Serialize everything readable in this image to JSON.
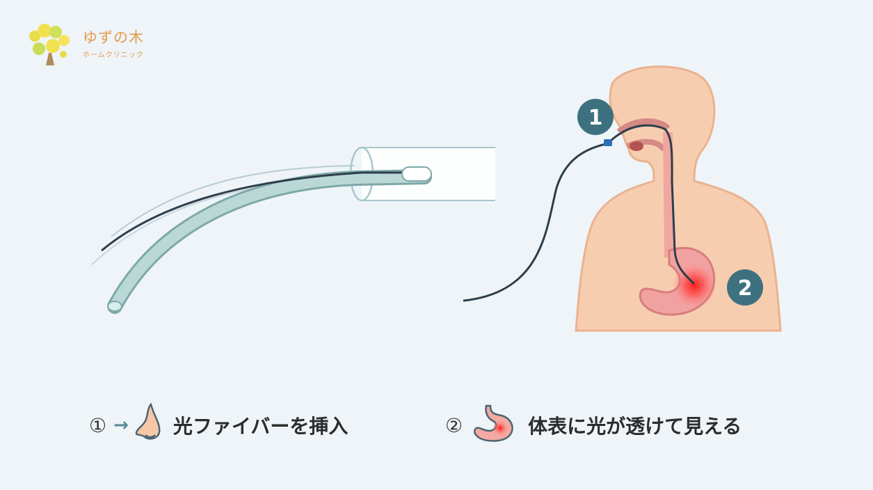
{
  "logo": {
    "name": "ゆずの木",
    "subtitle": "ホームクリニック",
    "icon": "yuzu-tree-icon"
  },
  "markers": {
    "step1": "1",
    "step2": "2",
    "color": "#3e7180"
  },
  "captions": {
    "step1_number": "①",
    "step1_arrow": "→",
    "step1_icon": "nose-icon",
    "step1_text": "光ファイバーを挿入",
    "step2_number": "②",
    "step2_icon": "stomach-icon",
    "step2_text": "体表に光が透けて見える"
  },
  "colors": {
    "background": "#eef4f8",
    "skin": "#f7cdb0",
    "stomach": "#f2a1a1",
    "glow": "#ff2a2a",
    "tube": "#a9cccb",
    "fiber": "#2d3e4a"
  }
}
